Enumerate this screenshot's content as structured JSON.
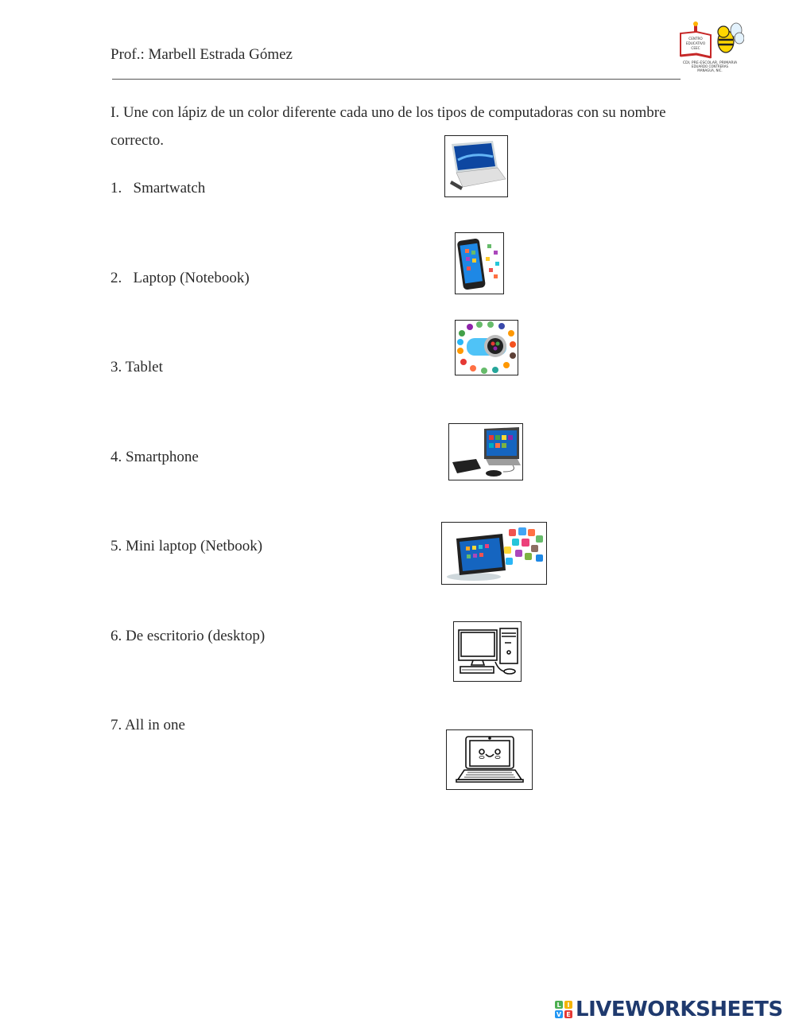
{
  "header": {
    "teacher": "Prof.: Marbell Estrada Gómez",
    "logo": {
      "icon": "school-bee-logo-icon",
      "lines": [
        "CENTRO",
        "EDUCATIVO",
        "CEEC",
        "CDI, PRE-ESCOLAR, PRIMARIA",
        "EDUARDO CONTRERAS",
        "MANAGUA, NIC."
      ]
    }
  },
  "instructions": "I. Une con lápiz de un color diferente cada uno de los tipos de computadoras con su nombre correcto.",
  "items": [
    {
      "label": "1.   Smartwatch"
    },
    {
      "label": "2.   Laptop (Notebook)"
    },
    {
      "label": "3. Tablet"
    },
    {
      "label": "4. Smartphone"
    },
    {
      "label": "5. Mini laptop (Netbook)"
    },
    {
      "label": "6. De escritorio (desktop)"
    },
    {
      "label": "7. All in one"
    }
  ],
  "images": [
    {
      "icon": "laptop-photo-icon"
    },
    {
      "icon": "smartphone-photo-icon"
    },
    {
      "icon": "smartwatch-photo-icon"
    },
    {
      "icon": "all-in-one-photo-icon"
    },
    {
      "icon": "tablet-photo-icon"
    },
    {
      "icon": "desktop-computer-drawing-icon"
    },
    {
      "icon": "netbook-drawing-icon"
    }
  ],
  "footer": {
    "brand_letters": [
      "L",
      "I",
      "V",
      "E"
    ],
    "brand_colors": [
      "#4caf50",
      "#f5b400",
      "#2196f3",
      "#e53935"
    ],
    "brand": "LIVEWORKSHEETS",
    "brand_color": "#1f3a6e"
  }
}
